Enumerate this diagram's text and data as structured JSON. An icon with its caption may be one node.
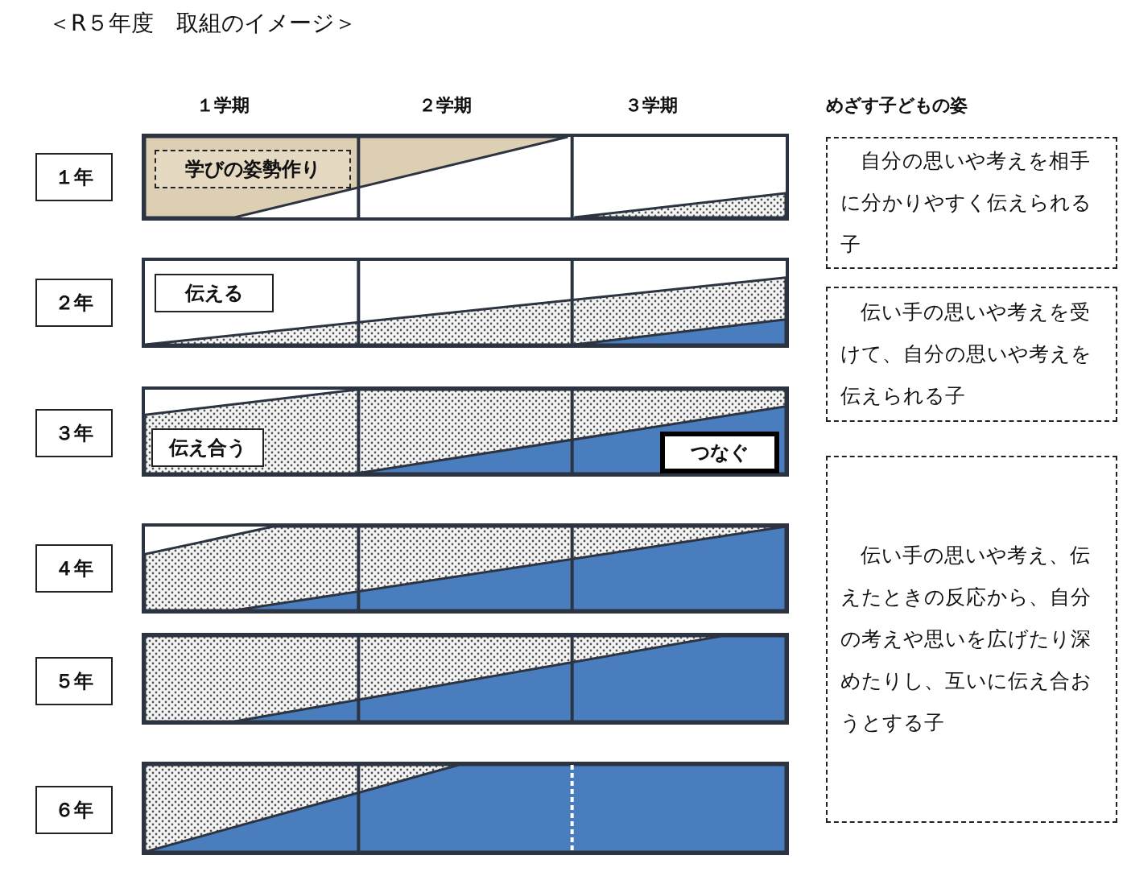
{
  "diagram": {
    "title": "＜R５年度　取組のイメージ＞",
    "nodes": [
      {
        "text": [
          "１年"
        ]
      },
      {
        "text": [],
        "shape": "bar"
      },
      {
        "text": [
          "学びの姿勢作り"
        ],
        "in": 1
      },
      {
        "text": [
          "２年"
        ]
      },
      {
        "text": [],
        "shape": "bar"
      },
      {
        "text": [
          "伝える"
        ],
        "in": 4
      },
      {
        "text": [
          "３年"
        ]
      },
      {
        "text": [],
        "shape": "bar"
      },
      {
        "text": [
          "伝え合う"
        ],
        "in": 7
      },
      {
        "text": [
          "つなぐ"
        ],
        "in": 7
      },
      {
        "text": [
          "４年"
        ]
      },
      {
        "text": [],
        "shape": "bar"
      },
      {
        "text": [
          "５年"
        ]
      },
      {
        "text": [],
        "shape": "bar"
      },
      {
        "text": [
          "６年"
        ]
      },
      {
        "text": [],
        "shape": "bar"
      },
      {
        "text": [
          "自分の思いや考えを相手に分かりやすく伝えられる子"
        ]
      },
      {
        "text": [
          "伝い手の思いや考えを受けて、自分の思いや考えを伝えられる子"
        ]
      },
      {
        "text": [
          "伝い手の思いや考え、伝えたときの反応から、自分の考えや思いを広げたり深めたりし、互いに伝え合おうとする子"
        ]
      }
    ],
    "labels": [
      "１学期",
      "２学期",
      "３学期",
      "めざす子どもの姿"
    ]
  }
}
